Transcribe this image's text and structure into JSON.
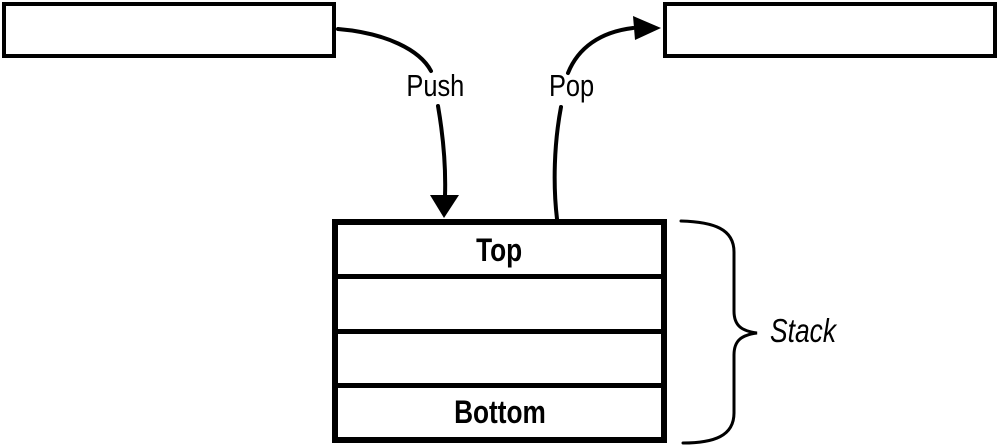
{
  "diagram": {
    "push_label": "Push",
    "pop_label": "Pop",
    "brace_label": "Stack",
    "stack": {
      "rows": [
        {
          "label": "Top"
        },
        {
          "label": ""
        },
        {
          "label": ""
        },
        {
          "label": "Bottom"
        }
      ]
    },
    "colors": {
      "line": "#000000",
      "background": "#ffffff"
    }
  }
}
